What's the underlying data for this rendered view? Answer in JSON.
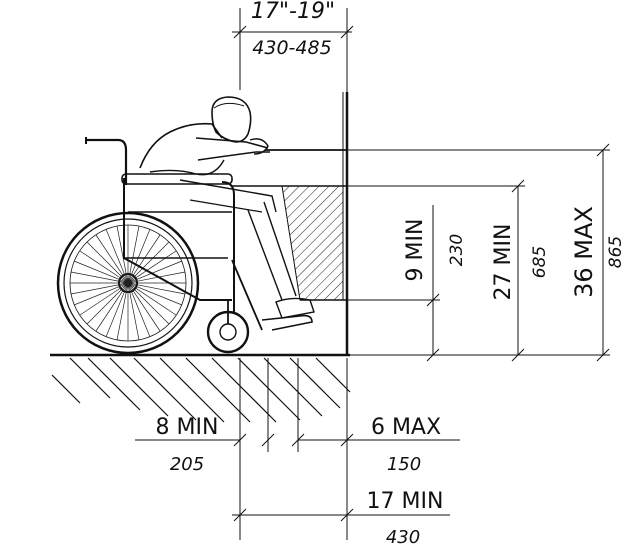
{
  "dimensions": {
    "top_range_in": "17\"-19\"",
    "top_range_mm": "430-485",
    "toe_clear_min_in": "9 MIN",
    "toe_clear_min_mm": "230",
    "knee_clear_min_in": "27 MIN",
    "knee_clear_min_mm": "685",
    "height_max_in": "36 MAX",
    "height_max_mm": "865",
    "depth_min_in": "8 MIN",
    "depth_min_mm": "205",
    "toe_max_in": "6 MAX",
    "toe_max_mm": "150",
    "knee_depth_min_in": "17 MIN",
    "knee_depth_min_mm": "430"
  }
}
